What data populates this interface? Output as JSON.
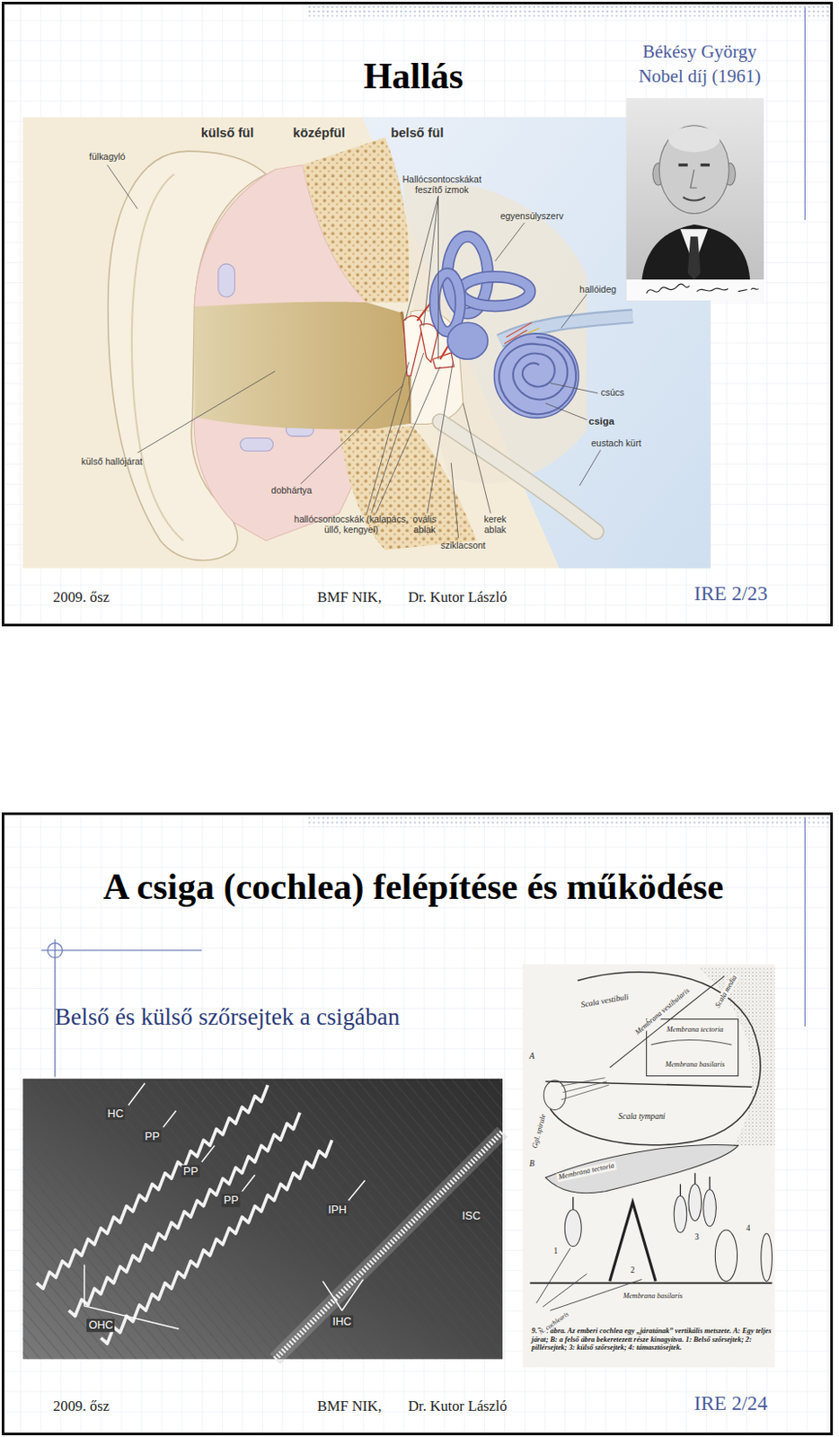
{
  "diagram": {
    "nodes": [
      {
        "text": [
          "Hallás"
        ]
      },
      {
        "text": [
          "A csiga (cochlea) felépítése és működése",
          "Belső és külső szőrsejtek a csigában"
        ]
      },
      {
        "text": [
          "9.7/5. ábra. Az emberi cochlea egy „járatának” vertikális metszete. A: Egy teljes járat; B: a felső ábra bekeretezett része kinagyítva. 1: Belső szőrsejtek; 2: pillérsejtek; 3: külső szőrsejtek; 4: támasztósejtek."
        ],
        "in": 1
      }
    ],
    "labels": [
      "Békésy György",
      "Nobel díj (1961)",
      "külső fül",
      "középfül",
      "belső fül",
      "fülkagyló",
      "Hallócsontocskákat feszítő izmok",
      "egyensúlyszerv",
      "hallóideg",
      "csúcs",
      "csiga",
      "eustach kürt",
      "külső hallójárat",
      "dobhártya",
      "hallócsontocskák (kalapács, üllő, kengyel)",
      "ovális ablak",
      "kerek ablak",
      "sziklacsont",
      "2009. ősz",
      "BMF NIK,",
      "Dr. Kutor László",
      "IRE 2/23",
      "HC",
      "PP",
      "PP",
      "PP",
      "IPH",
      "ISC",
      "OHC",
      "IHC",
      "Scala vestibuli",
      "Scala media",
      "Membrana vestibularis",
      "Membrana tectoria",
      "Membrana basilaris",
      "Scala tympani",
      "Ggl. spirale",
      "A",
      "B",
      "Membrana tectoria",
      "1",
      "2",
      "3",
      "4",
      "N. cochlearis",
      "Membrana basilaris",
      "2009. ősz",
      "BMF NIK,",
      "Dr. Kutor László",
      "IRE 2/24"
    ]
  }
}
